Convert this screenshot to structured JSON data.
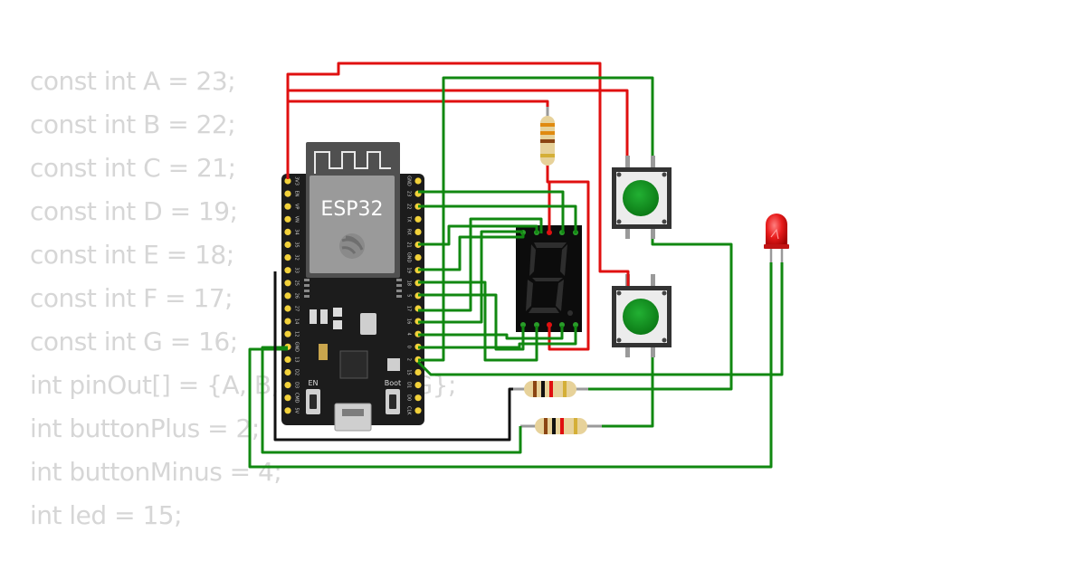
{
  "code_lines": [
    "const int A = 23;",
    "const int B = 22;",
    "const int C = 21;",
    "const int D = 19;",
    "const int E = 18;",
    "const int F = 17;",
    "const int G = 16;",
    "int pinOut[] = {A, B, C, D, E, F, G};",
    "int buttonPlus = 2;",
    "int buttonMinus = 4;",
    "int led = 15;"
  ],
  "board": {
    "chip_label": "ESP32",
    "button_en": "EN",
    "button_boot": "Boot",
    "pins_left": [
      "3V3",
      "EN",
      "VP",
      "VN",
      "34",
      "35",
      "32",
      "33",
      "25",
      "26",
      "27",
      "14",
      "12",
      "GND",
      "13",
      "D2",
      "D3",
      "CMD",
      "5V"
    ],
    "pins_right": [
      "GND",
      "23",
      "22",
      "TX",
      "RX",
      "21",
      "GND",
      "19",
      "18",
      "5",
      "17",
      "16",
      "4",
      "0",
      "2",
      "15",
      "D1",
      "D0",
      "CLK"
    ]
  },
  "display": {
    "digit": "8"
  },
  "colors": {
    "wire_red": "#e01010",
    "wire_green": "#118811",
    "wire_black": "#111111",
    "board": "#1c1c1c",
    "button_cap": "#119922",
    "led": "#e81c1c"
  }
}
